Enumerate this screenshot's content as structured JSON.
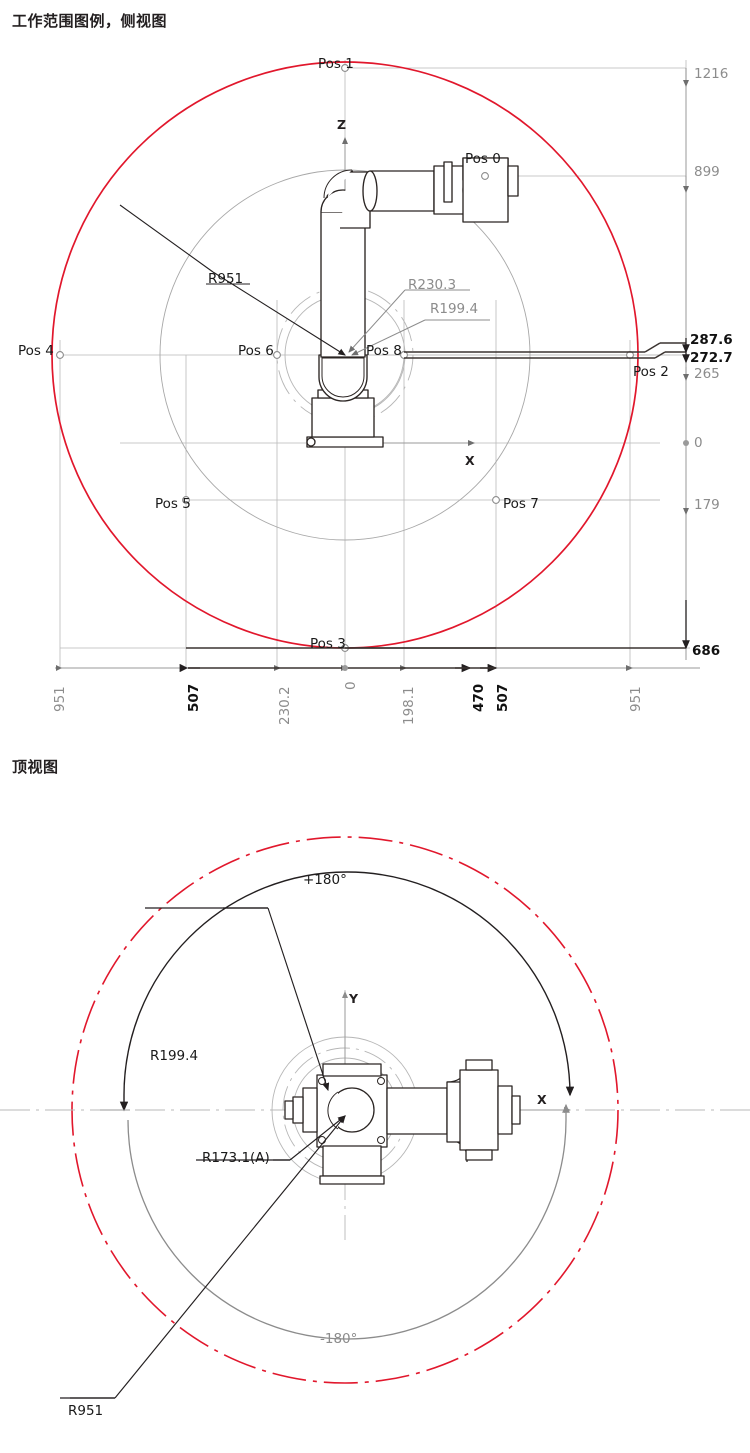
{
  "page": {
    "side_view_title": "工作范围图例，侧视图",
    "top_view_title": "顶视图"
  },
  "colors": {
    "envelope_red": "#e1172c",
    "dim_grey": "#9a9a9a",
    "line_dark": "#3a3330",
    "text_dark": "#1a1a1a",
    "text_grey": "#8c8c8c"
  },
  "side_view": {
    "axes": {
      "z": "Z",
      "x": "X"
    },
    "positions": [
      {
        "id": "pos0",
        "label": "Pos 0"
      },
      {
        "id": "pos1",
        "label": "Pos 1"
      },
      {
        "id": "pos2",
        "label": "Pos 2"
      },
      {
        "id": "pos3",
        "label": "Pos 3"
      },
      {
        "id": "pos4",
        "label": "Pos 4"
      },
      {
        "id": "pos5",
        "label": "Pos 5"
      },
      {
        "id": "pos6",
        "label": "Pos 6"
      },
      {
        "id": "pos7",
        "label": "Pos 7"
      },
      {
        "id": "pos8",
        "label": "Pos 8"
      }
    ],
    "radii": [
      {
        "id": "r951",
        "label": "R951"
      },
      {
        "id": "r2303",
        "label": "R230.3"
      },
      {
        "id": "r1994",
        "label": "R199.4"
      }
    ],
    "vertical_dimensions": [
      {
        "id": "v1216",
        "label": "1216",
        "style": "grey"
      },
      {
        "id": "v899",
        "label": "899",
        "style": "grey"
      },
      {
        "id": "v2876",
        "label": "287.6",
        "style": "bold"
      },
      {
        "id": "v2727",
        "label": "272.7",
        "style": "bold"
      },
      {
        "id": "v265",
        "label": "265",
        "style": "grey"
      },
      {
        "id": "v0",
        "label": "0",
        "style": "grey"
      },
      {
        "id": "v179",
        "label": "179",
        "style": "grey"
      },
      {
        "id": "v686",
        "label": "686",
        "style": "bold"
      }
    ],
    "horizontal_dimensions": [
      {
        "id": "h951l",
        "label": "951",
        "style": "grey"
      },
      {
        "id": "h507l",
        "label": "507",
        "style": "bold"
      },
      {
        "id": "h2302",
        "label": "230.2",
        "style": "grey"
      },
      {
        "id": "h0",
        "label": "0",
        "style": "grey"
      },
      {
        "id": "h1981",
        "label": "198.1",
        "style": "grey"
      },
      {
        "id": "h470",
        "label": "470",
        "style": "bold"
      },
      {
        "id": "h507r",
        "label": "507",
        "style": "bold"
      },
      {
        "id": "h951r",
        "label": "951",
        "style": "grey"
      }
    ]
  },
  "top_view": {
    "axes": {
      "y": "Y",
      "x": "X"
    },
    "angles": [
      {
        "id": "plus180",
        "label": "+180°",
        "style": "dark"
      },
      {
        "id": "minus180",
        "label": "-180°",
        "style": "grey"
      }
    ],
    "radii": [
      {
        "id": "t_r1994",
        "label": "R199.4"
      },
      {
        "id": "t_r1731",
        "label": "R173.1(A)"
      },
      {
        "id": "t_r951",
        "label": "R951"
      }
    ]
  }
}
